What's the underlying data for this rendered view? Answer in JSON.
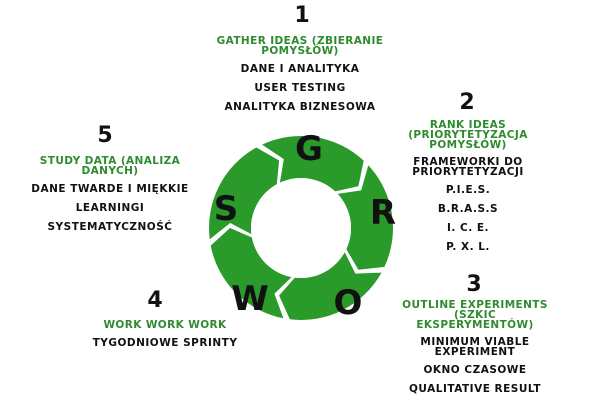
{
  "colors": {
    "ring_green": "#2a9a2a",
    "heading_green": "#2e8b2e",
    "text": "#111111",
    "background": "#ffffff"
  },
  "ring": {
    "letters": [
      "G",
      "R",
      "O",
      "W",
      "S"
    ]
  },
  "steps": [
    {
      "number": "1",
      "heading": "GATHER IDEAS (ZBIERANIE POMYSŁÓW)",
      "items": [
        "DANE I ANALITYKA",
        "USER TESTING",
        "ANALITYKA BIZNESOWA"
      ]
    },
    {
      "number": "2",
      "heading": "RANK IDEAS (PRIORYTETYZACJA POMYSŁÓW)",
      "items": [
        "FRAMEWORKI DO PRIORYTETYZACJI",
        "P.I.E.S.",
        "B.R.A.S.S",
        "I. C. E.",
        "P. X. L."
      ]
    },
    {
      "number": "3",
      "heading": "OUTLINE EXPERIMENTS (SZKIC EKSPERYMENTÓW)",
      "items": [
        "MINIMUM VIABLE EXPERIMENT",
        "OKNO CZASOWE",
        "QUALITATIVE RESULT"
      ]
    },
    {
      "number": "4",
      "heading": "WORK WORK WORK",
      "items": [
        "TYGODNIOWE SPRINTY"
      ]
    },
    {
      "number": "5",
      "heading": "STUDY DATA (ANALIZA DANYCH)",
      "items": [
        "DANE TWARDE I MIĘKKIE",
        "LEARNINGI",
        "SYSTEMATYCZNOŚĆ"
      ]
    }
  ]
}
